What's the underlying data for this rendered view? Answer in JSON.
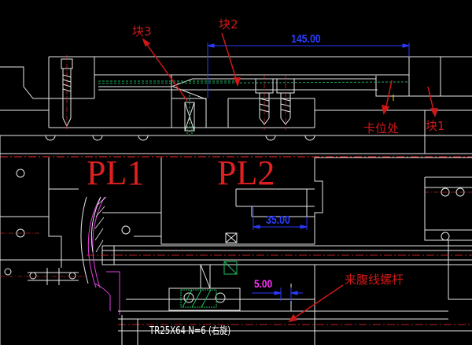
{
  "labels": {
    "block3": "块3",
    "block2": "块2",
    "block1": "块1",
    "latch_position": "卡位处",
    "pl1": "PL1",
    "pl2": "PL2",
    "lead_screw": "来腹线螺杆",
    "thread_spec": "TR25X64 N=6 (右旋)"
  },
  "dimensions": {
    "d145": "145.00",
    "d35": "35.00",
    "d5": "5.00"
  },
  "colors": {
    "background": "#000000",
    "outline": "#ffffff",
    "annotation": "#d01818",
    "dimension": "#2a3cff",
    "dimension_alt": "#ff33ff",
    "parting_line": "#ff2020",
    "hidden_line": "#00b060"
  }
}
